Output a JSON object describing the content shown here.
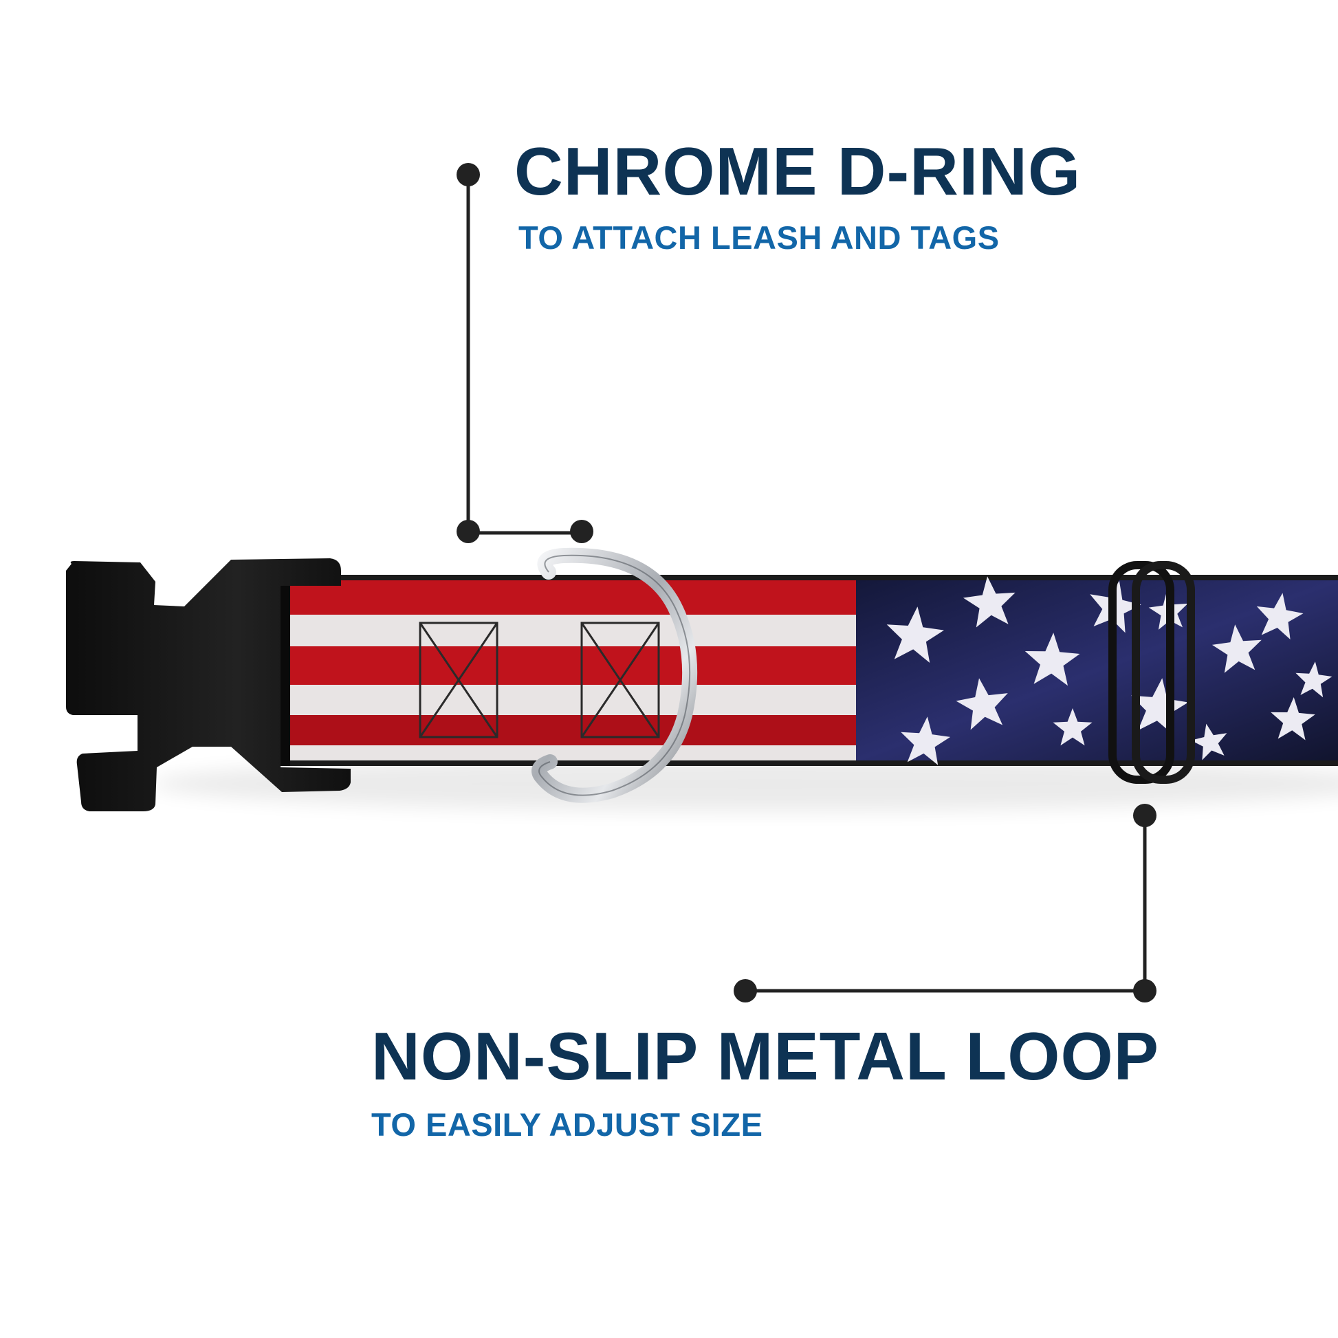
{
  "colors": {
    "headline": "#0e3354",
    "subline": "#1266a8",
    "callout_line": "#222222",
    "stripe_red": "#c8141e",
    "stripe_white": "#f2eeee",
    "canton_blue": "#1a1f4a",
    "buckle": "#111111",
    "chrome": "#c9ccd0"
  },
  "callouts": [
    {
      "title": "CHROME D-RING",
      "subtitle": "TO ATTACH LEASH AND TAGS"
    },
    {
      "title": "NON-SLIP METAL LOOP",
      "subtitle": "TO EASILY ADJUST SIZE"
    }
  ],
  "product": {
    "pattern": "american-flag",
    "icons": [
      "buckle-icon",
      "d-ring-icon",
      "slide-loop-icon",
      "star-icon"
    ]
  }
}
